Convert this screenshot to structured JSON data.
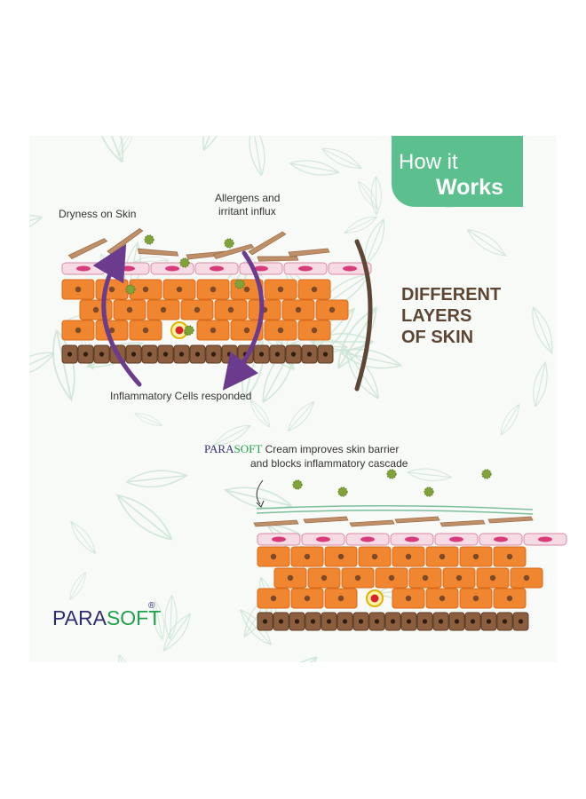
{
  "badge": {
    "line1": "How it",
    "line2": "Works"
  },
  "labels": {
    "dryness": "Dryness on Skin",
    "allergens_l1": "Allergens and",
    "allergens_l2": "irritant influx",
    "inflammatory": "Inflammatory Cells responded"
  },
  "side_title": {
    "line1": "DIFFERENT",
    "line2": "LAYERS",
    "line3": "OF SKIN"
  },
  "note": {
    "brand_para": "PARA",
    "brand_soft": "SOFT",
    "line1_rest": " Cream improves skin barrier",
    "line2": "and blocks inflammatory cascade"
  },
  "logo": {
    "para": "PARA",
    "soft": "SOFT",
    "reg": "®"
  },
  "colors": {
    "badge_green": "#5bc08d",
    "title_brown": "#5e4634",
    "keratinocyte_orange": "#f0862f",
    "pink_layer": "#f7dbe4",
    "basal_brown": "#8a5e3e",
    "flake_tan": "#bf8f67",
    "allergen_green": "#7fa23a",
    "arrow_purple": "#6b3b8e",
    "logo_navy": "#2f2f6f",
    "logo_green": "#21a04c"
  }
}
